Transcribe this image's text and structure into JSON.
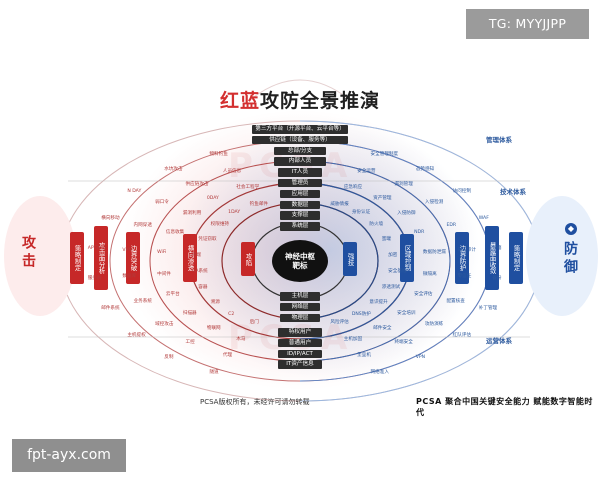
{
  "watermark_top": "TG: MYYJJPP",
  "watermark_bottom": "fpt-ayx.com",
  "title": {
    "red": "红蓝",
    "rest": "攻防全景推演"
  },
  "side_left": "攻击",
  "side_right": "防御",
  "left_boxes": [
    "策略制定",
    "攻击面分析",
    "边界突破",
    "横向渗透",
    "攻陷"
  ],
  "right_boxes": [
    "策略制定",
    "暴露面收敛",
    "边界防护",
    "区域控制",
    "强技"
  ],
  "stack_top": [
    "第三方平台（开源平台、云平台等）",
    "供应链（设备、服务等）",
    "总部/分支",
    "内部人员",
    "IT人员",
    "管理员",
    "应用层",
    "数据层",
    "支撑层",
    "系统层"
  ],
  "stack_bottom": [
    "主机层",
    "网络层",
    "物理层",
    "特权用户",
    "普通用户",
    "ID/IP/ACT",
    "IT资产信息"
  ],
  "core": [
    "神经中枢",
    "靶标"
  ],
  "pcsa_bg": "PCSA",
  "right_section_labels": [
    "管理体系",
    "技术体系",
    "运营体系"
  ],
  "left_labels": [
    "物料钓鱼",
    "人员信息",
    "社会工程学",
    "钓鱼邮件",
    "水坑攻击",
    "供应链攻击",
    "0DAY",
    "1DAY",
    "N DAY",
    "弱口令",
    "漏洞利用",
    "权限维持",
    "横向移动",
    "内网穿透",
    "信息收集",
    "凭证窃取",
    "APT攻击",
    "VPN",
    "WiFi",
    "终端",
    "服务器",
    "数据库",
    "中间件",
    "OA系统",
    "邮件系统",
    "业务系统",
    "云平台",
    "容器",
    "主机提权",
    "域控攻击",
    "扫描器",
    "溯源",
    "反制",
    "工控",
    "物联网",
    "C2",
    "隧道",
    "代理",
    "木马",
    "后门"
  ],
  "right_labels": [
    "安全管理制度",
    "安全运营",
    "应急响应",
    "威胁情报",
    "态势感知",
    "漏洞管理",
    "资产管理",
    "身份认证",
    "访问控制",
    "入侵检测",
    "入侵防御",
    "防火墙",
    "WAF",
    "EDR",
    "NDR",
    "蜜罐",
    "沙箱",
    "日志审计",
    "数据防泄漏",
    "加密",
    "备份",
    "零信任",
    "微隔离",
    "安全基线",
    "补丁管理",
    "配置核查",
    "安全评估",
    "渗透测试",
    "红队评估",
    "攻防演练",
    "安全培训",
    "意识提升",
    "VPN",
    "终端安全",
    "邮件安全",
    "DNS防护",
    "网络准入",
    "堡垒机",
    "主机加固",
    "风险评估"
  ],
  "footer_left": "PCSA版权所有，未经许可请勿转载",
  "footer_right": "PCSA 聚合中国关键安全能力  赋能数字智能时代",
  "colors": {
    "red": "#c62828",
    "blue": "#1f4fa0",
    "bar": "#2e2e2e"
  }
}
